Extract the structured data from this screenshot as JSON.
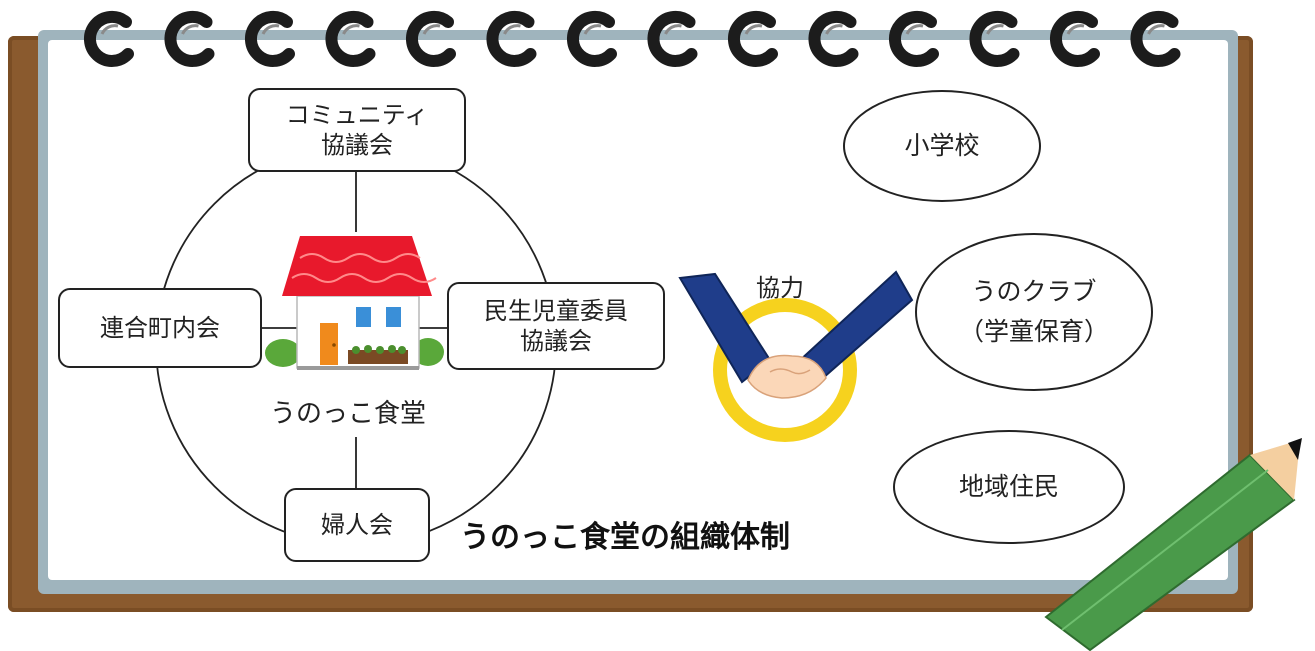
{
  "diagram": {
    "title": "うのっこ食堂の組織体制",
    "center": {
      "label": "うのっこ食堂"
    },
    "inner_nodes": {
      "top": "コミュニティ\n協議会",
      "left": "連合町内会",
      "right": "民生児童委員\n協議会",
      "bottom": "婦人会"
    },
    "cooperation_label": "協力",
    "partners": [
      "小学校",
      "うのクラブ\n（学童保育）",
      "地域住民"
    ]
  },
  "colors": {
    "backing": "#8a5a2e",
    "page_frame": "#9fb4bd",
    "roof": "#e8192c",
    "house_wall": "#ffffff",
    "door": "#f08a1c",
    "window": "#3a8fd8",
    "suit": "#1f3d8a",
    "badge": "#f6d21e",
    "pencil": "#4a9a4a"
  },
  "icons": [
    "spiral-ring-icon",
    "house-icon",
    "handshake-icon",
    "pencil-icon"
  ]
}
